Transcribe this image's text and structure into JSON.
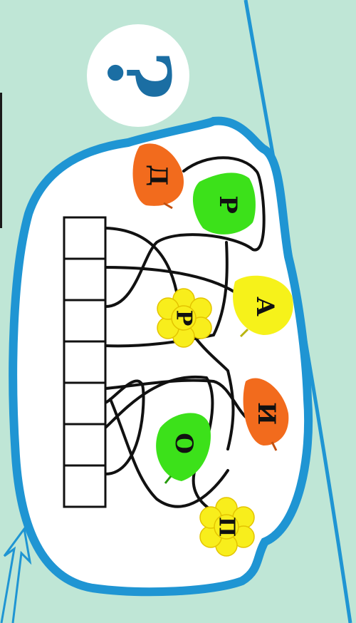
{
  "puzzle": {
    "question_mark": "?",
    "answer_cells": [
      "",
      "",
      "",
      "",
      "",
      "",
      ""
    ],
    "tokens": [
      {
        "letter": "Д",
        "shape": "leaf",
        "color": "#f26b1d"
      },
      {
        "letter": "Р",
        "shape": "leaf",
        "color": "#3ce11a"
      },
      {
        "letter": "А",
        "shape": "leaf",
        "color": "#f6f21a"
      },
      {
        "letter": "Р",
        "shape": "flower",
        "color": "#f8ee1c"
      },
      {
        "letter": "И",
        "shape": "leaf",
        "color": "#f26b1d"
      },
      {
        "letter": "О",
        "shape": "leaf",
        "color": "#3ce11a"
      },
      {
        "letter": "П",
        "shape": "flower",
        "color": "#f8ee1c"
      }
    ]
  },
  "colors": {
    "background": "#bfe6d6",
    "outline_blue": "#1f95d3",
    "question_blue": "#1b6ea3",
    "line_black": "#111111"
  }
}
